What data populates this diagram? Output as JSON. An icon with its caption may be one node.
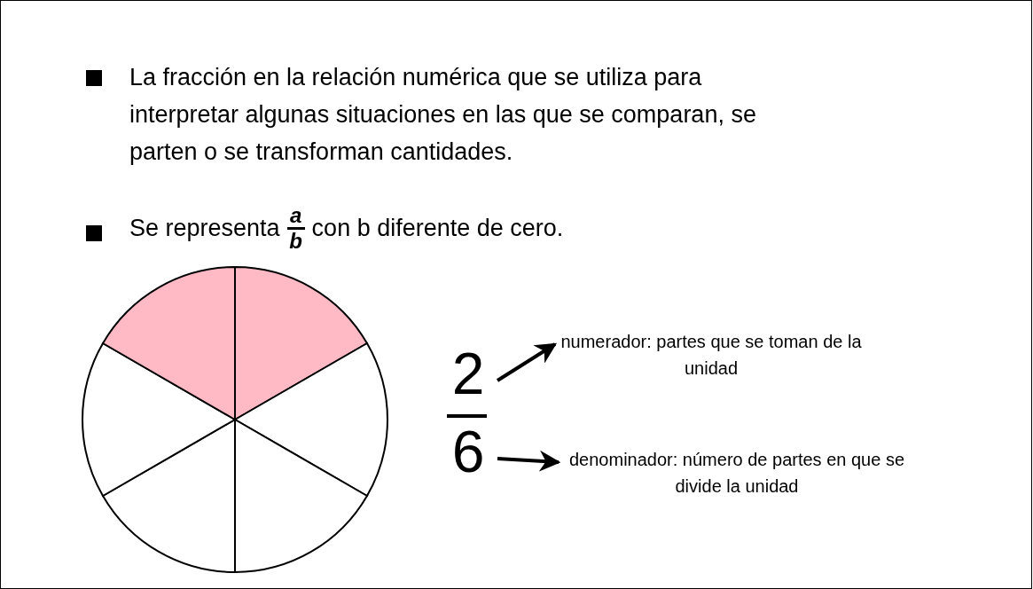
{
  "diagram": {
    "nodes": [
      {
        "text": [
          "2"
        ]
      },
      {
        "text": [
          "6"
        ]
      },
      {
        "text": [
          "numerador: partes que se toman de la unidad"
        ]
      },
      {
        "text": [
          "denominador: número de partes en que se divide la unidad"
        ]
      }
    ],
    "edges": [
      {
        "from": 0,
        "to": 2,
        "arrow": "to"
      },
      {
        "from": 1,
        "to": 3,
        "arrow": "to"
      }
    ],
    "labels": [
      "La fracción en la relación numérica que se utiliza para interpretar algunas situaciones en las que se comparan, se parten o se transforman cantidades.",
      "Se representa",
      "a",
      "b",
      "con b diferente de cero."
    ]
  }
}
